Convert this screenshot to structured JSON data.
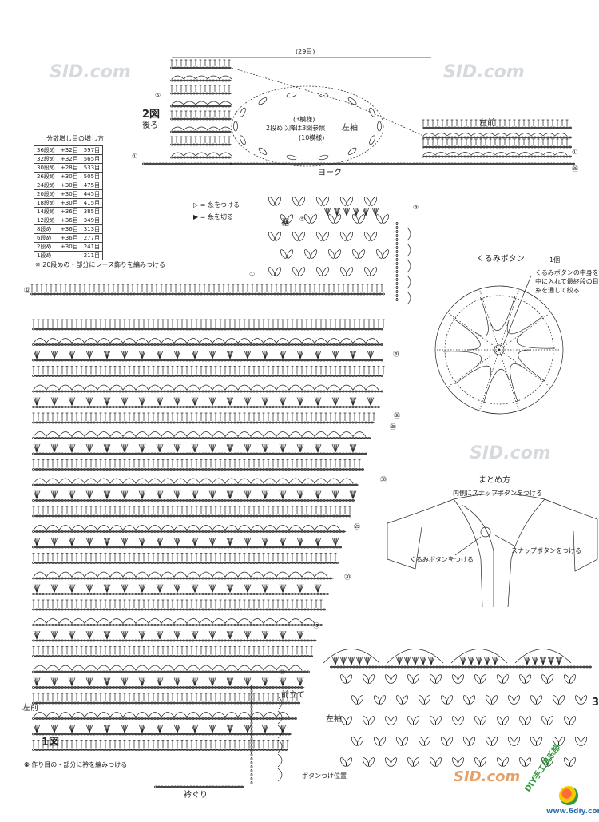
{
  "top_count": "(29目)",
  "fig2": {
    "label": "2図",
    "back": "後ろ"
  },
  "sleeve_box": {
    "repeat3": "(3模様)",
    "note": "2段め以降は3図参照",
    "name": "左袖",
    "repeat10": "(10模様)"
  },
  "yoke": "ヨーク",
  "left_front_top": "左前",
  "table_title": "分散増し目の増し方",
  "increase_table": [
    [
      "36段め",
      "+32目",
      "597目"
    ],
    [
      "32段め",
      "+32目",
      "565目"
    ],
    [
      "30段め",
      "+28目",
      "533目"
    ],
    [
      "26段め",
      "+30目",
      "505目"
    ],
    [
      "24段め",
      "+30目",
      "475目"
    ],
    [
      "20段め",
      "+30目",
      "445目"
    ],
    [
      "18段め",
      "+30目",
      "415目"
    ],
    [
      "14段め",
      "+36目",
      "385目"
    ],
    [
      "12段め",
      "+36目",
      "349目"
    ],
    [
      "8段め",
      "+36目",
      "313目"
    ],
    [
      "6段め",
      "+36目",
      "277目"
    ],
    [
      "2段め",
      "+30目",
      "241目"
    ],
    [
      "1段め",
      "",
      "211目"
    ]
  ],
  "legend": {
    "attach": "▷ = 糸をつける",
    "cut": "▶ = 糸を切る"
  },
  "hem": "裾",
  "note_lace": "※ 20段めの・部分にレース飾りを編みつける",
  "button": {
    "title": "くるみボタン",
    "count": "1個",
    "note1": "くるみボタンの中身を",
    "note2": "中に入れて最終段の目",
    "note3": "糸を通して絞る"
  },
  "finish": {
    "title": "まとめ方",
    "snap_inside": "内側にスナップボタンをつける",
    "covered_button": "くるみボタンをつける",
    "snap": "スナップボタンをつける"
  },
  "left_front": "左前",
  "front_band": "前立て",
  "fig1": "1図",
  "note_frill": "※ 作り目の・部分に衿を編みつける",
  "button_pos": "ボタンつけ位置",
  "neckline": "衿ぐり",
  "sleeve": "左袖",
  "fig3_partial": "3",
  "row_markers": {
    "m1": "①",
    "m5": "⑤",
    "m6": "⑥",
    "m36": "㊱",
    "m32": "㉜",
    "m35": "㉟",
    "m30": "㉚",
    "m25": "㉕",
    "m20": "⑳",
    "m15": "⑮",
    "m10": "⑩",
    "m3": "③"
  },
  "watermark": {
    "site": "www.6diy.com",
    "brand": "DIY手工俱乐部",
    "logo": "SID.com"
  },
  "colors": {
    "ink": "#222222",
    "paper": "#ffffff",
    "watermark": "#cfd3d8",
    "orange": "#e87722",
    "green": "#2e9a3c"
  }
}
